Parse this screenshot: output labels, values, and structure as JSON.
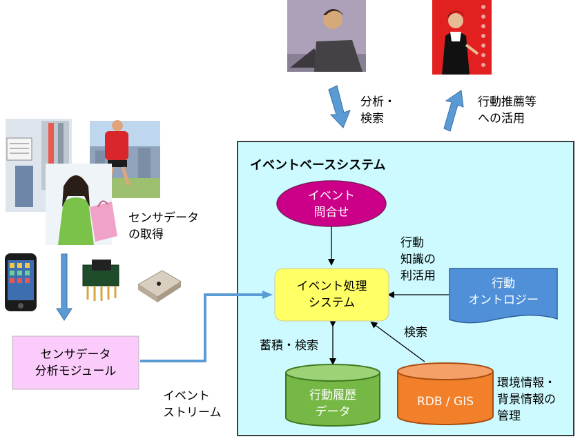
{
  "labels": {
    "analysis_search": "分析・\n検索",
    "recommendation": "行動推薦等\nへの活用",
    "system_title": "イベントベースシステム",
    "event_query": "イベント\n問合せ",
    "sensor_acquisition": "センサデータ\nの取得",
    "behavior_knowledge": "行動\n知識の\n利活用",
    "event_processing": "イベント処理\nシステム",
    "behavior_ontology": "行動\nオントロジー",
    "search": "検索",
    "store_search": "蓄積・検索",
    "sensor_module": "センサデータ\n分析モジュール",
    "event_stream": "イベント\nストリーム",
    "behavior_history": "行動履歴\nデータ",
    "rdb_gis": "RDB / GIS",
    "environment_info": "環境情報・\n背景情報の\n管理"
  },
  "colors": {
    "system_bg": "#ccfaff",
    "event_query": "#cc0088",
    "event_processing": "#ffff66",
    "ontology": "#4f90d8",
    "sensor_module": "#fbccfb",
    "history_db": "#76b845",
    "rdb_db": "#f2802a",
    "arrow_blue": "#5b9bd5"
  },
  "icons": {
    "analyst": "person-thinking-at-laptop-illustration",
    "presenter": "person-presenting-illustration",
    "commuter": "person-reading-newspaper-illustration",
    "runner": "runner-in-park-illustration",
    "shopper": "shopper-with-bags-illustration",
    "phone": "smartphone-icon",
    "sensor_chip": "sensor-chip-icon",
    "sensor_module": "sensor-module-icon"
  }
}
